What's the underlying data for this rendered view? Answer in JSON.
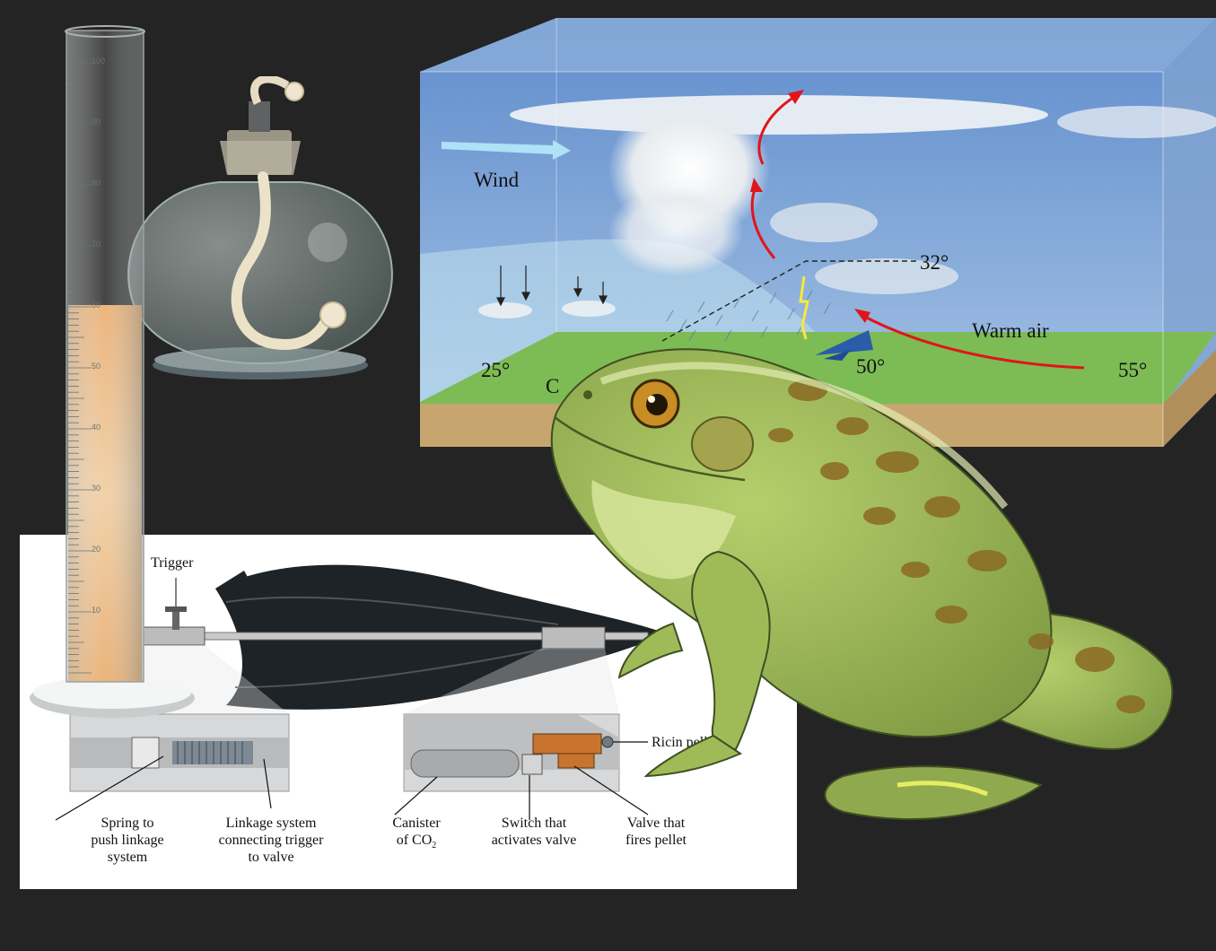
{
  "weather": {
    "wind_label": "Wind",
    "temp_32": "32°",
    "warm_air_label": "Warm air",
    "temp_25": "25°",
    "temp_55": "55°",
    "cold_fragment": "C",
    "temp_hidden_fragment": "50°"
  },
  "cylinder": {
    "ticks": [
      "100",
      "90",
      "80",
      "70",
      "60",
      "50",
      "40",
      "30",
      "20",
      "10"
    ]
  },
  "umbrella": {
    "trigger": "Trigger",
    "ricin_pellet": "Ricin pelle",
    "spring": [
      "Spring to",
      "push linkage",
      "system"
    ],
    "linkage": [
      "Linkage system",
      "connecting trigger",
      "to valve"
    ],
    "canister": [
      "Canister",
      "of CO",
      "2"
    ],
    "switch": [
      "Switch that",
      "activates valve"
    ],
    "valve": [
      "Valve that",
      "fires pellet"
    ]
  },
  "colors": {
    "background": "#242424",
    "sky": "#6f98d4",
    "grass": "#7dbb55",
    "soil": "#c6a66e",
    "liquid": "#e9b27a",
    "frog_body": "#9cba5a",
    "arrow_red": "#e0151b"
  }
}
